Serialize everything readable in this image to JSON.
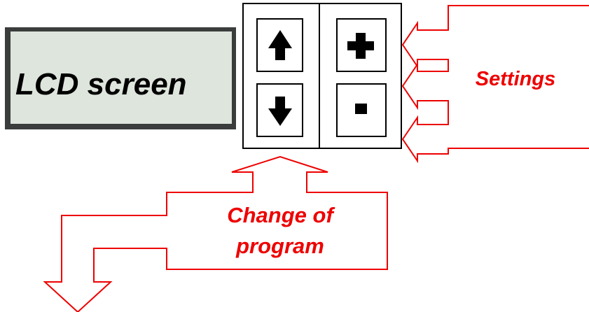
{
  "lcd": {
    "label": "LCD screen"
  },
  "keypad": {
    "keys": [
      {
        "id": "up",
        "icon": "arrow-up-icon"
      },
      {
        "id": "plus",
        "icon": "plus-icon"
      },
      {
        "id": "down",
        "icon": "arrow-down-icon"
      },
      {
        "id": "minus",
        "icon": "minus-icon"
      }
    ]
  },
  "callouts": {
    "settings": "Settings",
    "change_program_line1": "Change of",
    "change_program_line2": "program"
  },
  "colors": {
    "callout_red": "#ee0000",
    "lcd_background": "#dde5dc",
    "lcd_frame": "#3a3d3c",
    "key_black": "#000000"
  }
}
